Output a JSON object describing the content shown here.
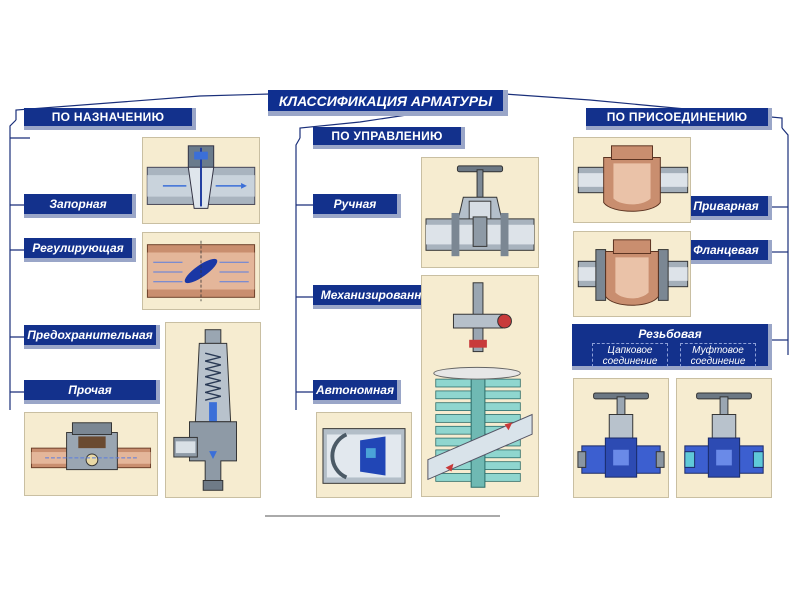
{
  "title": "КЛАССИФИКАЦИЯ АРМАТУРЫ",
  "columns": {
    "purpose": {
      "header": "ПО НАЗНАЧЕНИЮ",
      "items": [
        "Запорная",
        "Регулирующая",
        "Предохранительная",
        "Прочая"
      ]
    },
    "control": {
      "header": "ПО УПРАВЛЕНИЮ",
      "items": [
        "Ручная",
        "Механизированная",
        "Автономная"
      ]
    },
    "connection": {
      "header": "ПО ПРИСОЕДИНЕНИЮ",
      "items": [
        "Приварная",
        "Фланцевая",
        "Резьбовая"
      ],
      "threaded_sub": [
        "Цапковое соединение",
        "Муфтовое соединение"
      ]
    }
  },
  "colors": {
    "label_bg": "#13318c",
    "label_shadow": "#9aa6c8",
    "panel_bg": "#f6ecd0",
    "steel": "#9ba8b4",
    "copper": "#c9977a",
    "blue_body": "#3c5fd0"
  }
}
